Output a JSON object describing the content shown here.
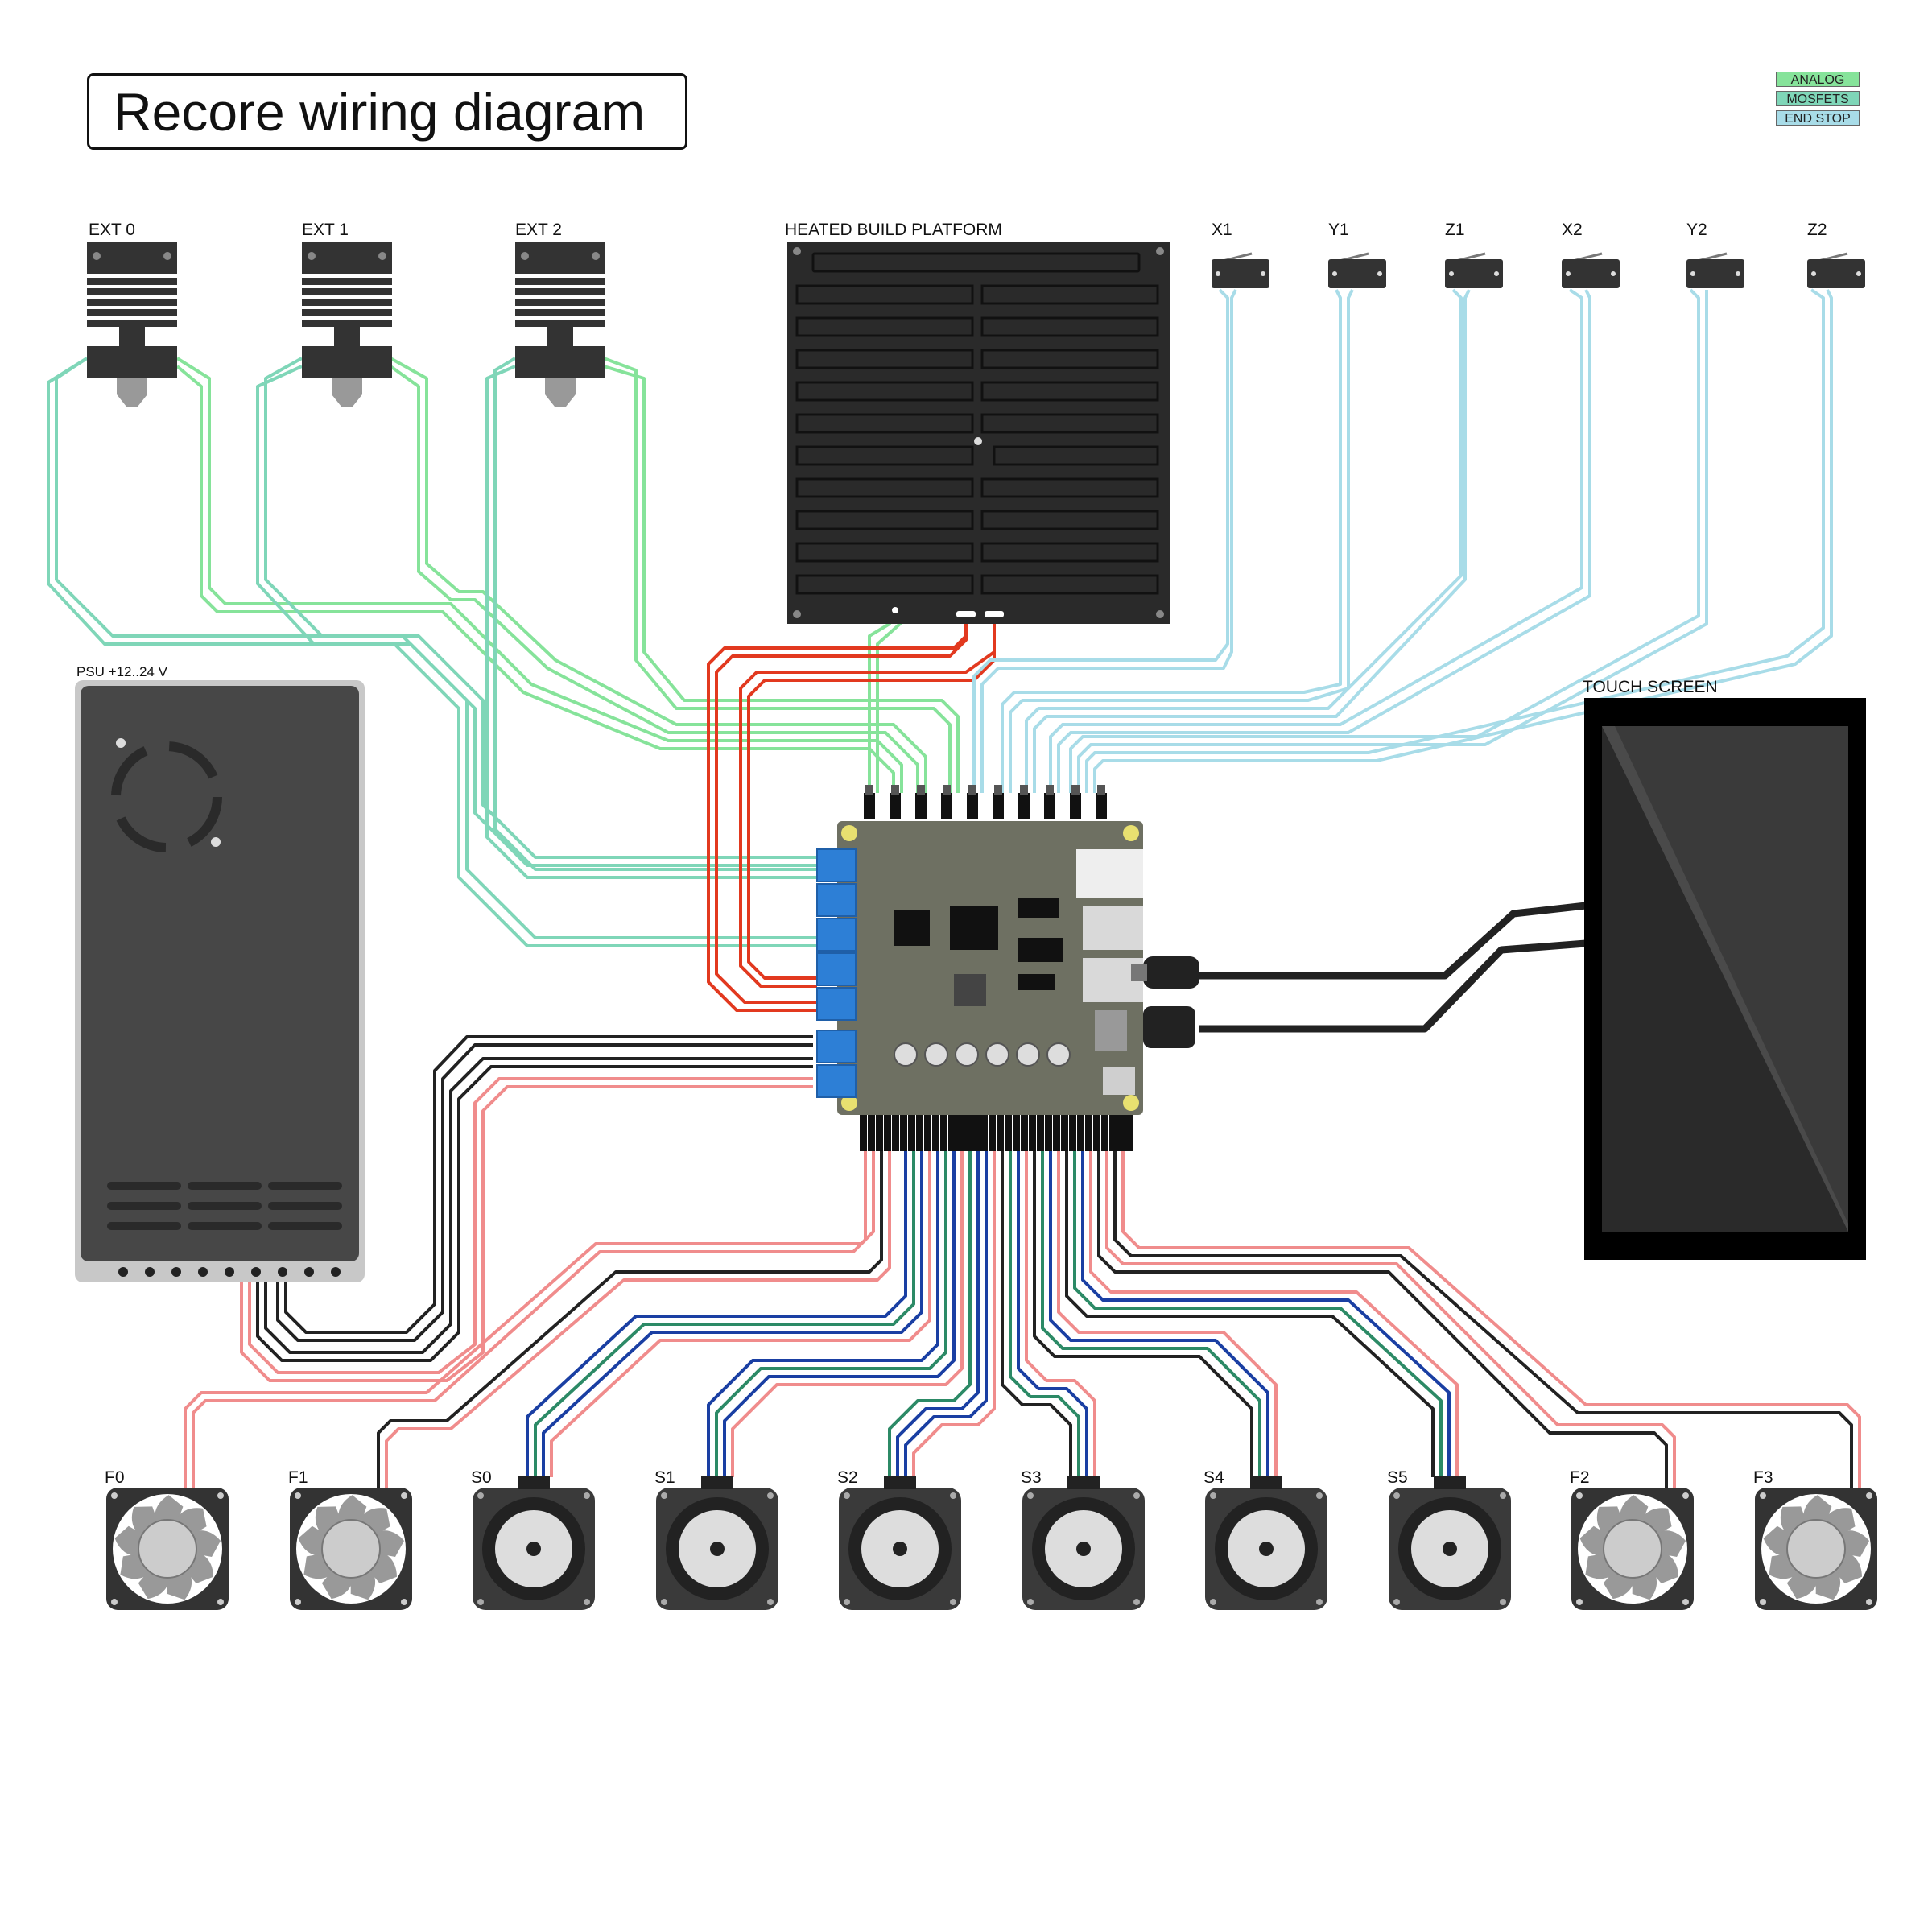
{
  "title": "Recore wiring diagram",
  "legend": [
    {
      "label": "ANALOG",
      "color": "#86e39a"
    },
    {
      "label": "MOSFETS",
      "color": "#7fd6b8"
    },
    {
      "label": "END STOP",
      "color": "#a8dce8"
    }
  ],
  "labels": {
    "ext0": "EXT 0",
    "ext1": "EXT 1",
    "ext2": "EXT 2",
    "bed": "HEATED BUILD PLATFORM",
    "psu": "PSU +12..24 V",
    "touch": "TOUCH SCREEN",
    "endstops": [
      "X1",
      "Y1",
      "Z1",
      "X2",
      "Y2",
      "Z2"
    ],
    "bottom": [
      "F0",
      "F1",
      "S0",
      "S1",
      "S2",
      "S3",
      "S4",
      "S5",
      "F2",
      "F3"
    ]
  },
  "colors": {
    "analog": "#86e39a",
    "mosfet": "#7fd6b8",
    "endstop": "#a8dce8",
    "power_red": "#e2391f",
    "psu_red": "#f08c8c",
    "black": "#222222",
    "board": "#6e7062",
    "terminal_blue": "#2d7fd6"
  }
}
